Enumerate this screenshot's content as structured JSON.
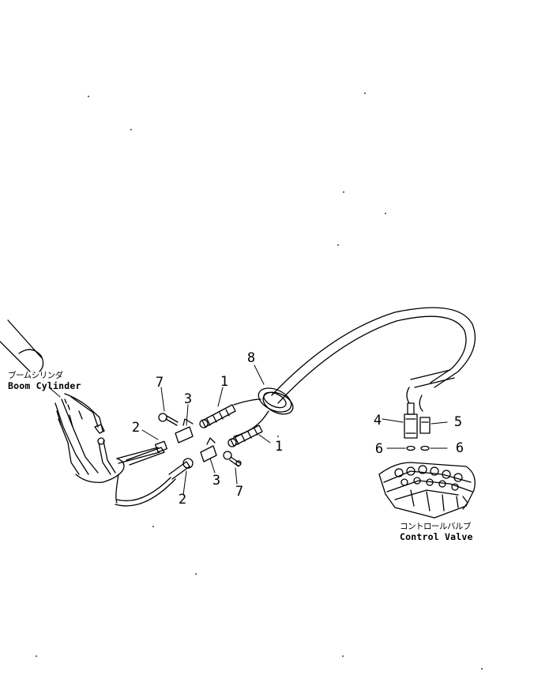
{
  "callouts": {
    "c1a": "1",
    "c1b": "1",
    "c2a": "2",
    "c2b": "2",
    "c3a": "3",
    "c3b": "3",
    "c4": "4",
    "c5": "5",
    "c6a": "6",
    "c6b": "6",
    "c7a": "7",
    "c7b": "7",
    "c8": "8"
  },
  "labels": {
    "boom_cylinder_jp": "ブームシリンダ",
    "boom_cylinder_en": "Boom Cylinder",
    "control_valve_jp": "コントロールバルブ",
    "control_valve_en": "Control Valve"
  },
  "colors": {
    "ink": "#000000",
    "paper": "#ffffff"
  }
}
